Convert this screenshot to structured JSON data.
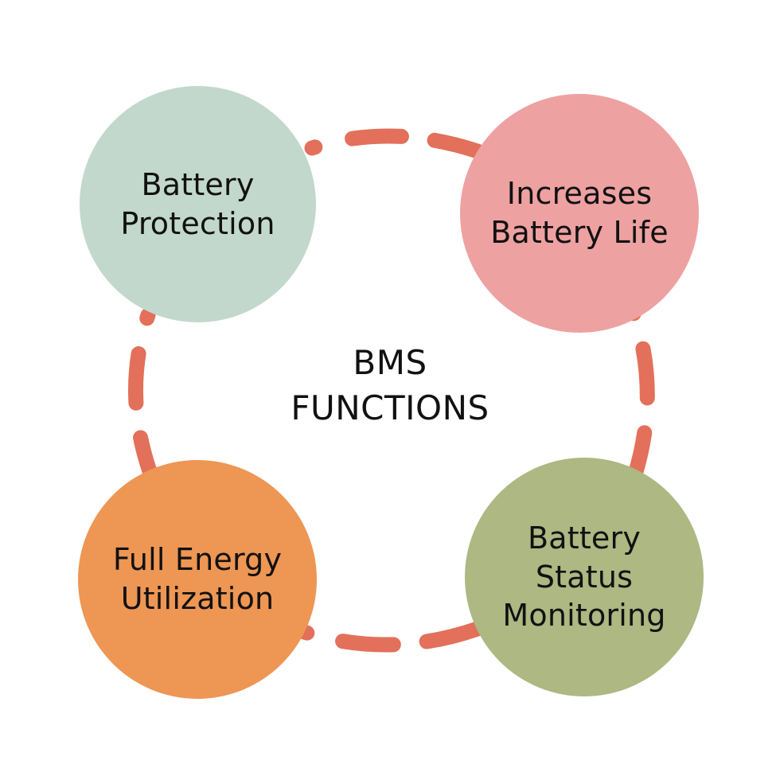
{
  "diagram": {
    "title": "BMS FUNCTIONS",
    "center_label_line1": "BMS",
    "center_label_line2": "FUNCTIONS",
    "background_color": "#ffffff",
    "text_color": "#111111",
    "connector_color": "#e3705a",
    "connector_style": "dashed-rounded",
    "layout": "four-circles-around-center",
    "nodes": [
      {
        "id": "battery-protection",
        "label": "Battery\nProtection",
        "line1": "Battery",
        "line2": "Protection",
        "color": "#c3d8cd",
        "position": "top-left"
      },
      {
        "id": "increases-battery-life",
        "label": "Increases\nBattery Life",
        "line1": "Increases",
        "line2": "Battery Life",
        "color": "#eea1a1",
        "position": "top-right"
      },
      {
        "id": "full-energy-utilization",
        "label": "Full Energy\nUtilization",
        "line1": "Full Energy",
        "line2": "Utilization",
        "color": "#ee9654",
        "position": "bottom-left"
      },
      {
        "id": "battery-status-monitoring",
        "label": "Battery\nStatus\nMonitoring",
        "line1": "Battery",
        "line2": "Status",
        "line3": "Monitoring",
        "color": "#adb882",
        "position": "bottom-right"
      }
    ]
  }
}
